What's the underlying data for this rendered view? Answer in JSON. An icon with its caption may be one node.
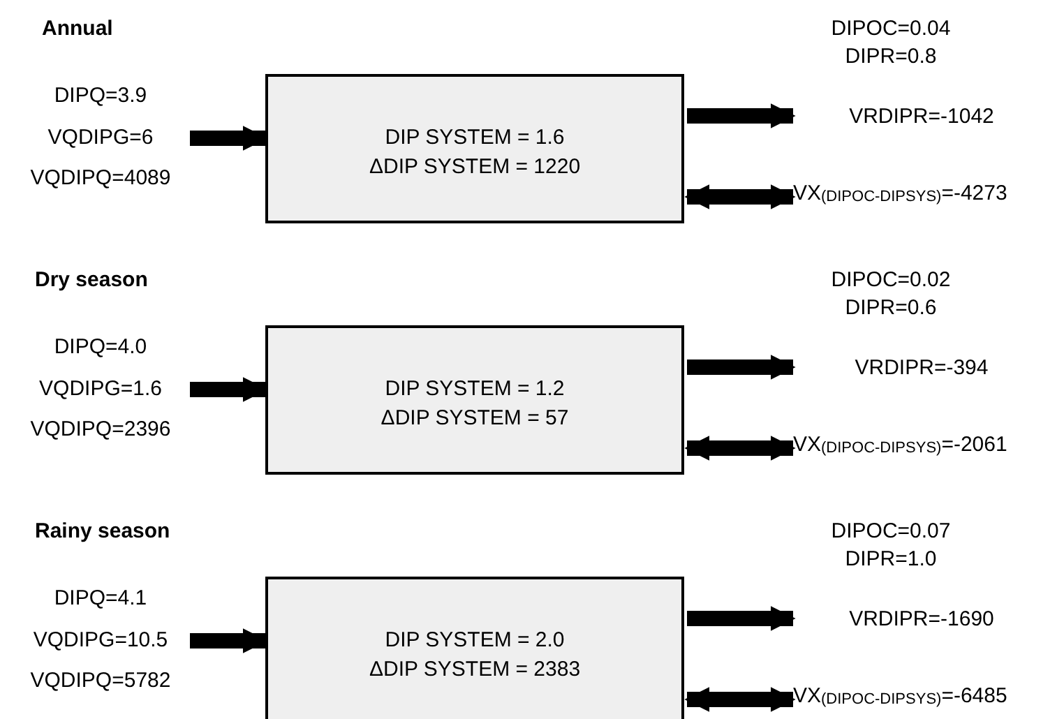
{
  "diagram": {
    "nodes": [
      {
        "text": [
          "DIPQ=3.9",
          "VQDIPG=6",
          "VQDIPQ=4089"
        ]
      },
      {
        "text": [
          "DIP SYSTEM = 1.6",
          "ΔDIP SYSTEM = 1220"
        ]
      },
      {
        "text": [
          "DIPOC=0.04",
          "DIPR=0.8",
          "VRDIPR=-1042"
        ]
      },
      {
        "text": [
          "VX$_{(DIPOC-DIPSYS)}$=-4273"
        ]
      },
      {
        "text": [
          "DIPQ=4.0",
          "VQDIPG=1.6",
          "VQDIPQ=2396"
        ]
      },
      {
        "text": [
          "DIP SYSTEM = 1.2",
          "ΔDIP SYSTEM = 57"
        ]
      },
      {
        "text": [
          "DIPOC=0.02",
          "DIPR=0.6",
          "VRDIPR=-394"
        ]
      },
      {
        "text": [
          "VX$_{(DIPOC-DIPSYS)}$=-2061"
        ]
      },
      {
        "text": [
          "DIPQ=4.1",
          "VQDIPG=10.5",
          "VQDIPQ=5782"
        ]
      },
      {
        "text": [
          "DIP SYSTEM = 2.0",
          "ΔDIP SYSTEM = 2383"
        ]
      },
      {
        "text": [
          "DIPOC=0.07",
          "DIPR=1.0",
          "VRDIPR=-1690"
        ]
      },
      {
        "text": [
          "VX$_{(DIPOC-DIPSYS)}$=-6485"
        ]
      }
    ],
    "edges": [
      {
        "from": 0,
        "to": 1,
        "arrow": "to"
      },
      {
        "from": 1,
        "to": 2,
        "arrow": "to"
      },
      {
        "from": 1,
        "to": 3,
        "arrow": "both"
      },
      {
        "from": 4,
        "to": 5,
        "arrow": "to"
      },
      {
        "from": 5,
        "to": 6,
        "arrow": "to"
      },
      {
        "from": 5,
        "to": 7,
        "arrow": "both"
      },
      {
        "from": 8,
        "to": 9,
        "arrow": "to"
      },
      {
        "from": 9,
        "to": 10,
        "arrow": "to"
      },
      {
        "from": 9,
        "to": 11,
        "arrow": "both"
      }
    ],
    "labels": [
      "Annual",
      "Dry season",
      "Rainy season"
    ]
  }
}
